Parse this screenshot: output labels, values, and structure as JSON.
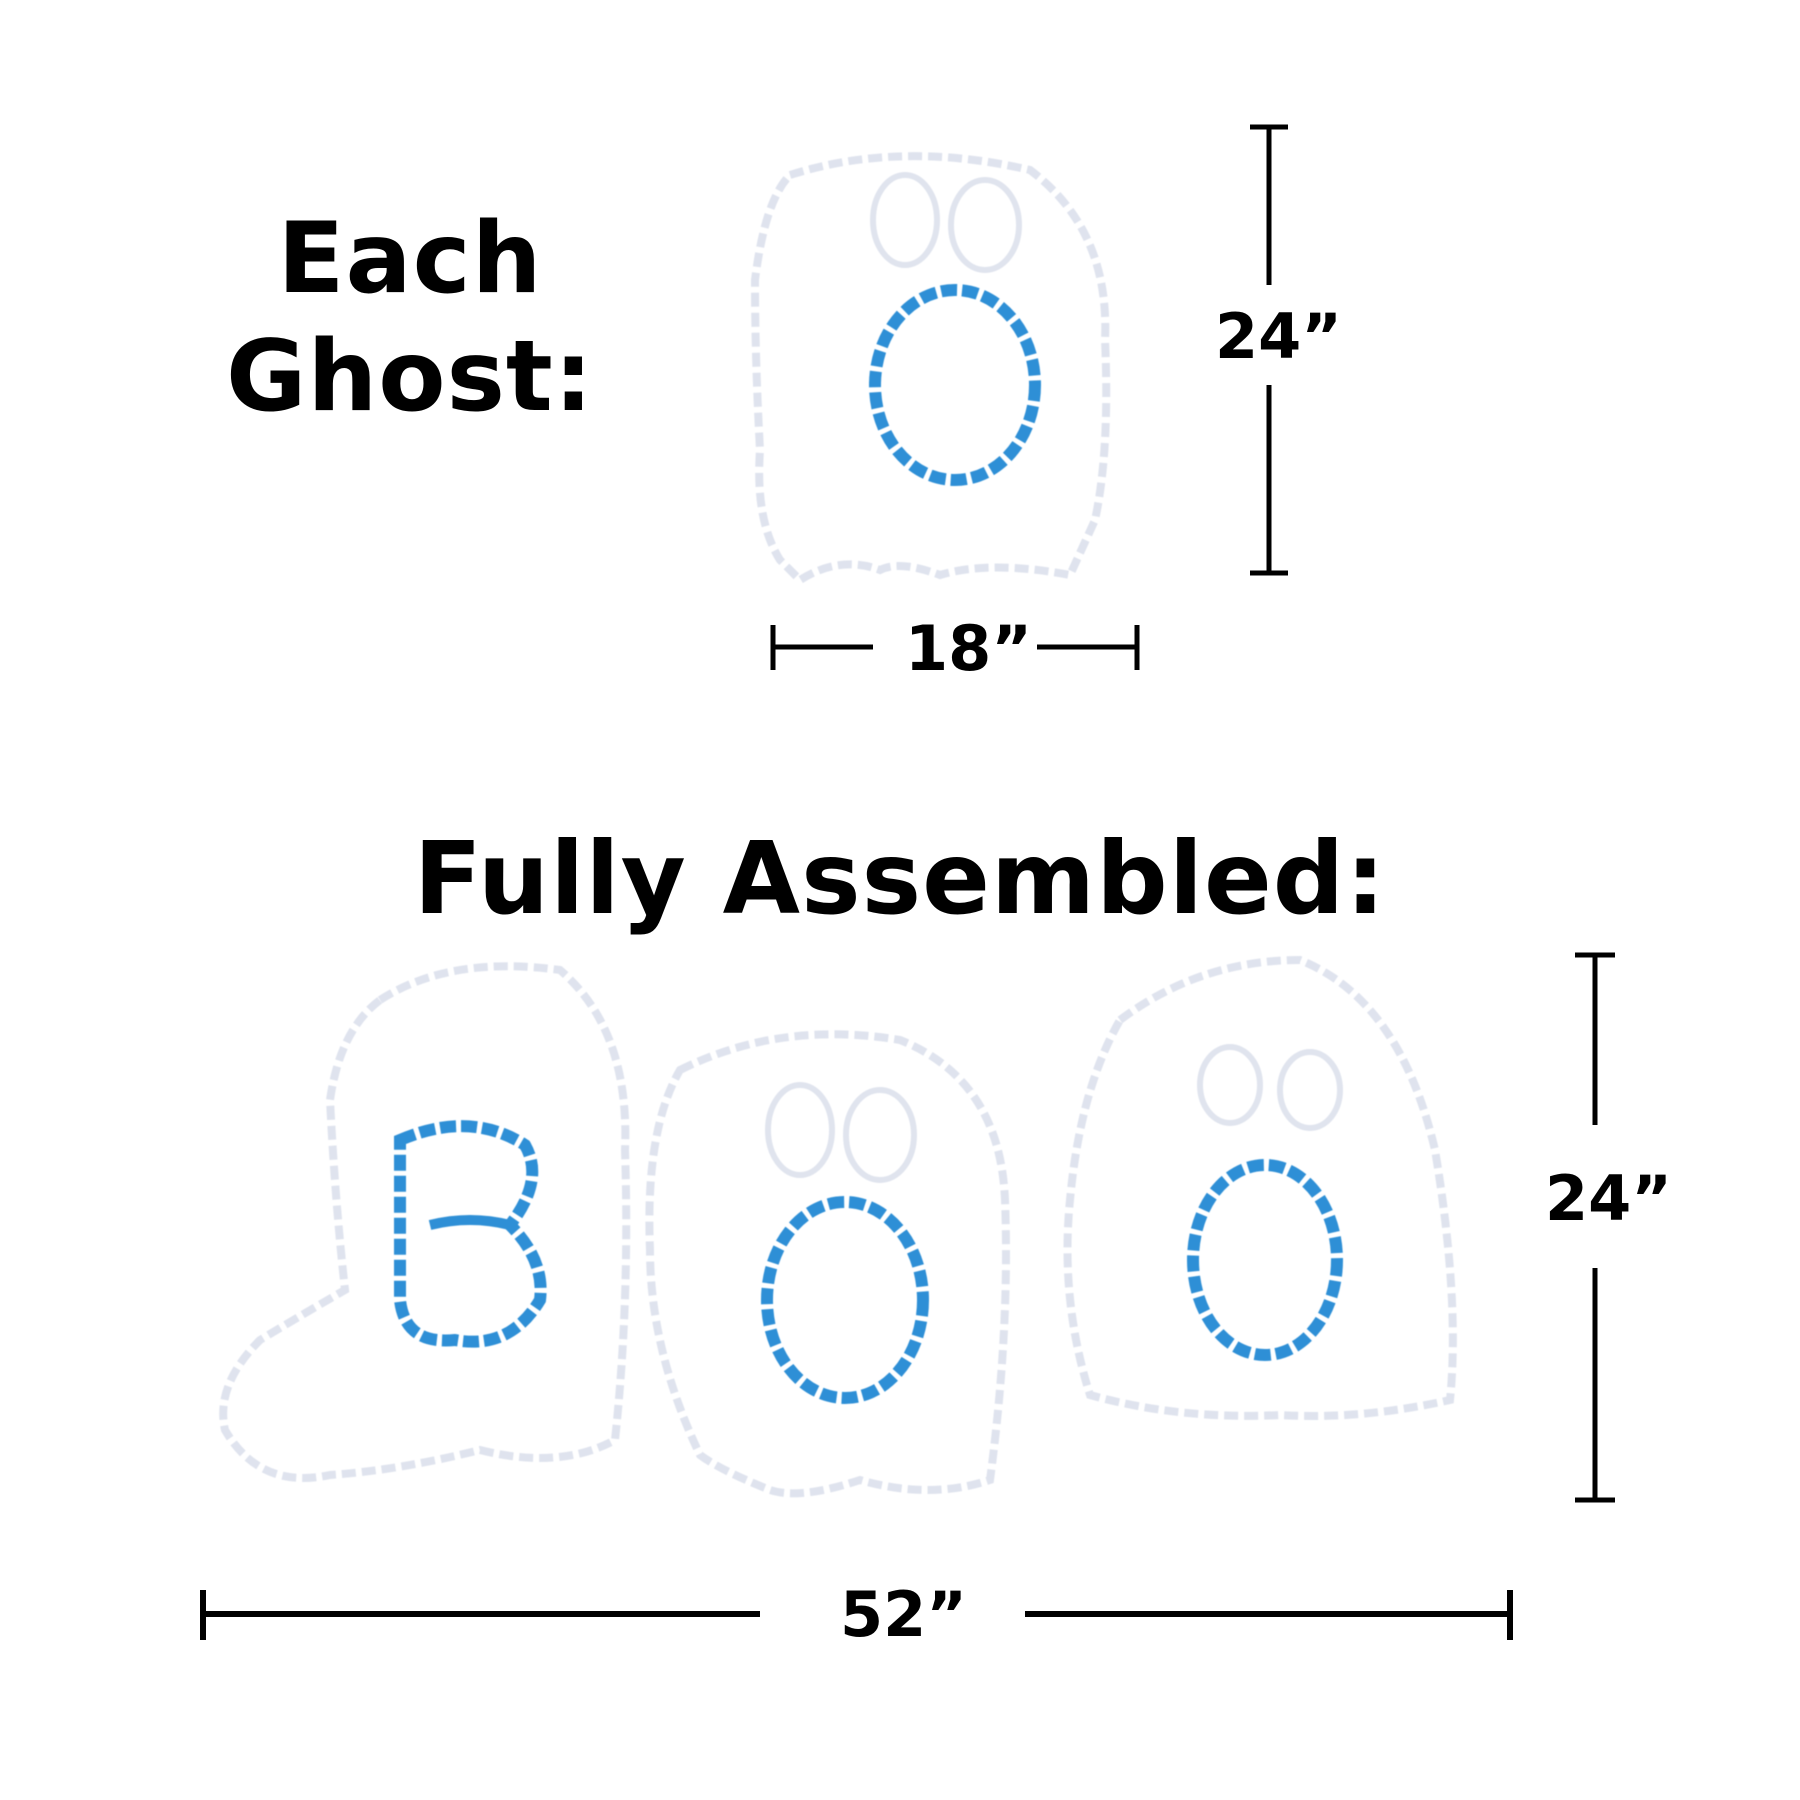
{
  "top_section": {
    "heading_line1": "Each",
    "heading_line2": "Ghost:",
    "height_label": "24”",
    "width_label": "18”"
  },
  "bottom_section": {
    "heading": "Fully Assembled:",
    "height_label": "24”",
    "width_label": "52”"
  },
  "colors": {
    "text": "#000000",
    "light_strand": "#e6e9f2",
    "blue_strand": "#2e8fd6",
    "bulb": "#e8b85a",
    "background": "#ffffff"
  }
}
